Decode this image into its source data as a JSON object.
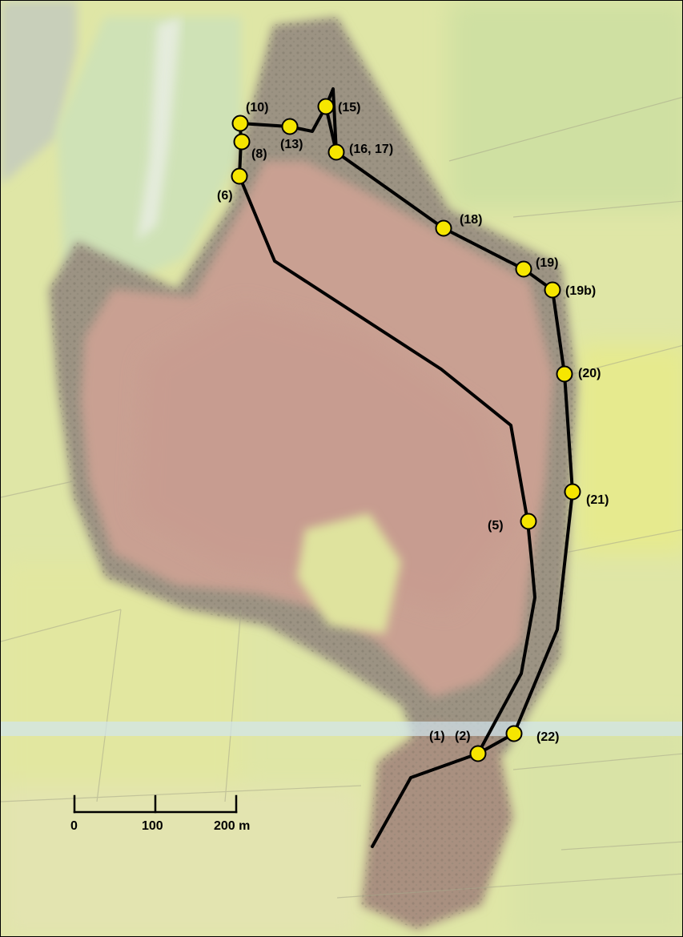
{
  "map": {
    "colors": {
      "route": "#000000",
      "waypoint_fill": "#f6e600",
      "waypoint_stroke": "#000000",
      "bog": "#c79f90",
      "fields": "#dfe6a6",
      "woodland": "#8f8a7a",
      "lake": "#c7cfb9"
    },
    "waypoints": [
      {
        "id": "w10",
        "label": "(10)"
      },
      {
        "id": "w13",
        "label": "(13)"
      },
      {
        "id": "w15",
        "label": "(15)"
      },
      {
        "id": "w8",
        "label": "(8)"
      },
      {
        "id": "w1617",
        "label": "(16, 17)"
      },
      {
        "id": "w6",
        "label": "(6)"
      },
      {
        "id": "w18",
        "label": "(18)"
      },
      {
        "id": "w19",
        "label": "(19)"
      },
      {
        "id": "w19b",
        "label": "(19b)"
      },
      {
        "id": "w20",
        "label": "(20)"
      },
      {
        "id": "w21",
        "label": "(21)"
      },
      {
        "id": "w5",
        "label": "(5)"
      },
      {
        "id": "w22",
        "label": "(22)"
      },
      {
        "id": "w12",
        "label_a": "(1)",
        "label_b": "(2)"
      }
    ],
    "scale_bar": {
      "ticks": [
        "0",
        "100",
        "200 m"
      ]
    }
  }
}
